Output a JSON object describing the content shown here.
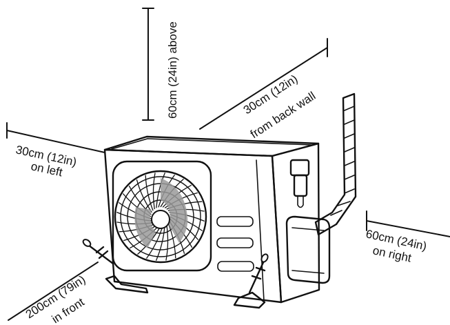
{
  "labels": {
    "above_line1": "60cm (24in) above",
    "back_line1": "30cm (12in)",
    "back_line2": "from back wall",
    "left_line1": "30cm (12in)",
    "left_line2": "on left",
    "right_line1": "60cm (24in)",
    "right_line2": "on right",
    "front_line1": "200cm (79in)",
    "front_line2": "in front"
  },
  "icons": {
    "fan": "fan-icon",
    "anchor_bolt": "bolt-icon",
    "refrigerant_pipe": "pipe-icon"
  },
  "colors": {
    "line": "#111111",
    "background": "#ffffff",
    "fan_shadow": "#9a9a9a"
  }
}
